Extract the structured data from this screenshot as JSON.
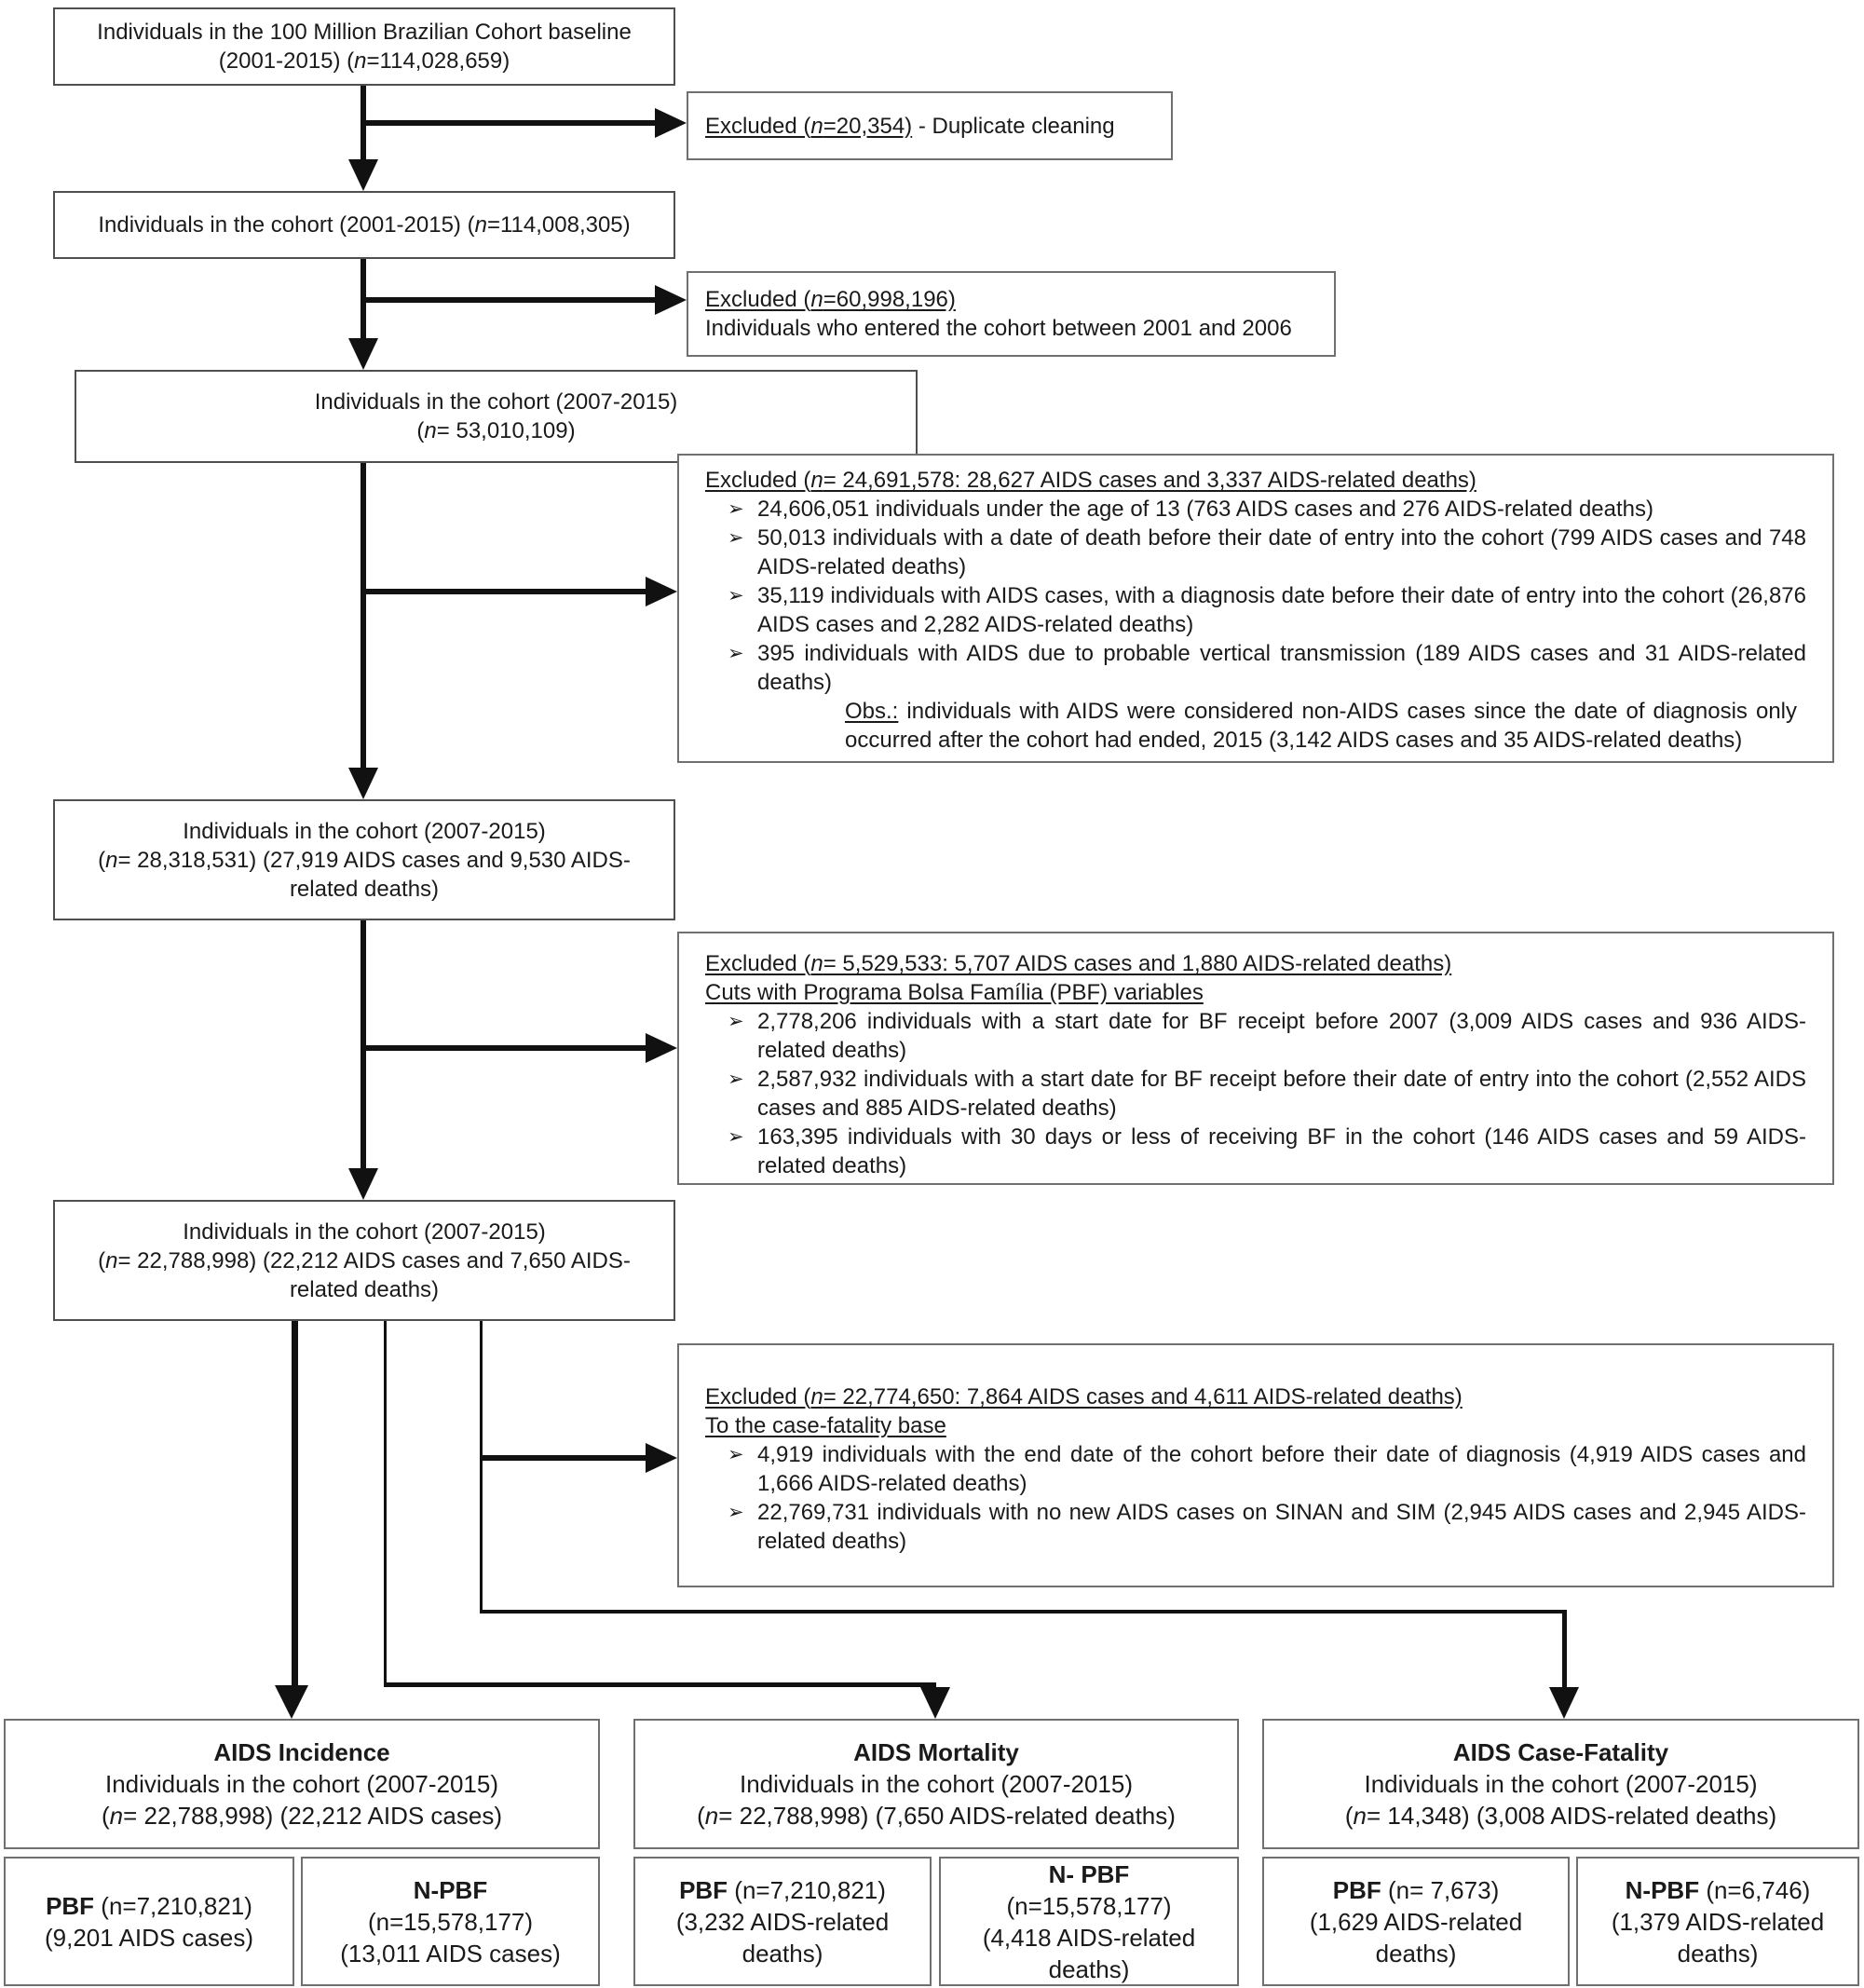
{
  "glyphs": {
    "bullet": "➢"
  },
  "colors": {
    "line": "#111111",
    "box_border": "#4f4f4f",
    "excl_border": "#707070",
    "text": "#1a1a1a"
  },
  "flow": {
    "box1": {
      "line1": "Individuals in the 100 Million Brazilian Cohort baseline",
      "line2": "(2001-2015) (n=114,028,659)"
    },
    "excl1": {
      "underlined": "Excluded (n=20,354)",
      "rest": " - Duplicate cleaning"
    },
    "box2": {
      "line1": "Individuals in the cohort (2001-2015) (n=114,008,305)"
    },
    "excl2": {
      "underlined": "Excluded (n=60,998,196)",
      "line2": "Individuals who entered the cohort between 2001 and 2006"
    },
    "box3": {
      "line1": "Individuals in the cohort (2007-2015)",
      "line2": "(n= 53,010,109)"
    },
    "excl3": {
      "header": "Excluded (n= 24,691,578: 28,627 AIDS cases and 3,337 AIDS-related deaths)",
      "bullets": [
        "24,606,051 individuals under the age of 13 (763 AIDS cases and 276 AIDS-related deaths)",
        "50,013 individuals with a date of death before their date of entry into the cohort (799 AIDS cases and 748 AIDS-related deaths)",
        "35,119 individuals with AIDS cases, with a diagnosis date before their date of entry into the cohort (26,876 AIDS cases and 2,282 AIDS-related deaths)",
        "395 individuals with AIDS due to probable vertical transmission (189 AIDS cases and 31 AIDS-related deaths)"
      ],
      "note_label": "Obs.:",
      "note_text": " individuals with AIDS were considered non-AIDS cases since the date of diagnosis only occurred after the cohort had ended, 2015 (3,142 AIDS cases and 35 AIDS-related deaths)"
    },
    "box4": {
      "line1": "Individuals in the cohort (2007-2015)",
      "rest": "(n= 28,318,531) (27,919 AIDS cases and 9,530 AIDS-related deaths)"
    },
    "excl4": {
      "header": "Excluded (n= 5,529,533: 5,707 AIDS cases and 1,880 AIDS-related deaths)",
      "subheader": "Cuts with Programa Bolsa Família (PBF) variables",
      "bullets": [
        "2,778,206 individuals with a start date for BF receipt before 2007 (3,009 AIDS cases and 936 AIDS-related deaths)",
        "2,587,932 individuals with a start date for BF receipt before their date of entry into the cohort (2,552 AIDS cases and 885 AIDS-related deaths)",
        "163,395 individuals with 30 days or less of receiving BF in the cohort (146 AIDS cases and 59 AIDS-related deaths)"
      ]
    },
    "box5": {
      "line1": "Individuals in the cohort (2007-2015)",
      "rest": "(n= 22,788,998) (22,212 AIDS cases and 7,650 AIDS-related deaths)"
    },
    "excl5": {
      "header": "Excluded (n= 22,774,650: 7,864 AIDS cases and 4,611 AIDS-related deaths)",
      "subheader": "To the case-fatality base",
      "bullets": [
        "4,919 individuals with the end date of the cohort before their date of diagnosis (4,919 AIDS cases and 1,666 AIDS-related deaths)",
        "22,769,731 individuals with no new AIDS cases on SINAN and SIM (2,945 AIDS cases and 2,945 AIDS-related deaths)"
      ]
    }
  },
  "outcomes": {
    "incidence": {
      "title": "AIDS Incidence",
      "line1": "Individuals in the cohort (2007-2015)",
      "line2": "(n= 22,788,998) (22,212 AIDS cases)",
      "pbf": {
        "bold": "PBF",
        "inline": " (n=7,210,821)",
        "stat": "(9,201 AIDS cases)"
      },
      "npbf": {
        "bold": "N-PBF",
        "line2": "(n=15,578,177)",
        "stat": "(13,011 AIDS cases)"
      }
    },
    "mortality": {
      "title": "AIDS Mortality",
      "line1": "Individuals in the cohort (2007-2015)",
      "line2": "(n= 22,788,998) (7,650 AIDS-related deaths)",
      "pbf": {
        "bold": "PBF",
        "inline": " (n=7,210,821)",
        "stat": "(3,232 AIDS-related deaths)"
      },
      "npbf": {
        "bold": "N- PBF",
        "line2": "(n=15,578,177)",
        "stat": "(4,418 AIDS-related deaths)"
      }
    },
    "casefatality": {
      "title": "AIDS Case-Fatality",
      "line1": "Individuals in the cohort (2007-2015)",
      "line2": "(n= 14,348) (3,008 AIDS-related deaths)",
      "pbf": {
        "bold": "PBF",
        "inline": " (n= 7,673)",
        "stat": "(1,629 AIDS-related deaths)"
      },
      "npbf": {
        "bold": "N-PBF",
        "inline": " (n=6,746)",
        "stat": "(1,379 AIDS-related deaths)"
      }
    }
  }
}
